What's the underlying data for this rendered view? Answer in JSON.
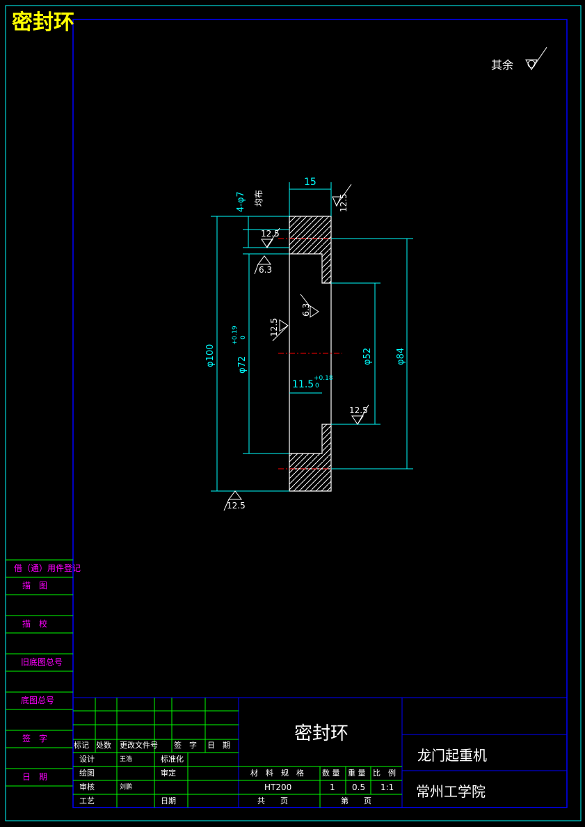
{
  "header_title": "密封环",
  "roughness_note": "其余",
  "dimensions": {
    "width_15": "15",
    "holes": "4-φ7",
    "holes_note": "均布",
    "dia_100": "φ100",
    "dia_72": "φ72",
    "dia_72_tol_upper": "+0.19",
    "dia_72_tol_lower": "0",
    "dia_52": "φ52",
    "dia_84": "φ84",
    "depth_115": "11.5",
    "depth_115_tol_upper": "+0.18",
    "depth_115_tol_lower": "0"
  },
  "roughness_values": {
    "r1": "12.5",
    "r2": "12.5",
    "r3": "6.3",
    "r4": "6.3",
    "r5": "12.5",
    "r6": "12.5",
    "r7": "12.5"
  },
  "side_table": {
    "rows": [
      "借（通）用件登记",
      "描　图",
      "描　校",
      "旧底图总号",
      "底图总号",
      "签　字",
      "日　期"
    ]
  },
  "title_block": {
    "part_name": "密封环",
    "machine_name": "龙门起重机",
    "school": "常州工学院",
    "rev_headers": [
      "标记",
      "处数",
      "更改文件号",
      "签　字",
      "日　期"
    ],
    "design_label": "设计",
    "designer": "王浩",
    "standardize_label": "标准化",
    "drawing_label": "绘图",
    "review_label": "审定",
    "check_label": "审核",
    "checker": "刘鹏",
    "process_label": "工艺",
    "date_label": "日期",
    "material_header": "材　料　规　格",
    "qty_header": "数 量",
    "weight_header": "重 量",
    "scale_header": "比　例",
    "material": "HT200",
    "qty": "1",
    "weight": "0.5",
    "scale": "1:1",
    "total_pages": "共　　页",
    "page_no": "第　　页"
  },
  "colors": {
    "frame": "#00ffff",
    "title_frame": "#0000ff",
    "table_green": "#00ff00",
    "dimension": "#00ffff",
    "centerline": "#ff0000",
    "heading": "#ffff00",
    "side_text": "#ff00ff"
  }
}
